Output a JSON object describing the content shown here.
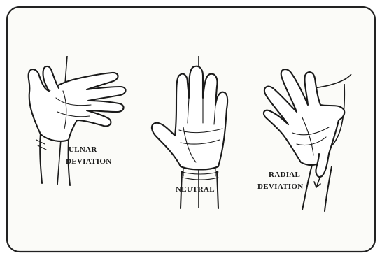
{
  "figure": {
    "panels": [
      {
        "id": "ulnar",
        "label_lines": [
          "ULNAR",
          "DEVIATION"
        ]
      },
      {
        "id": "neutral",
        "label_lines": [
          "NEUTRAL"
        ]
      },
      {
        "id": "radial",
        "label_lines": [
          "RADIAL",
          "DEVIATION"
        ]
      }
    ]
  }
}
